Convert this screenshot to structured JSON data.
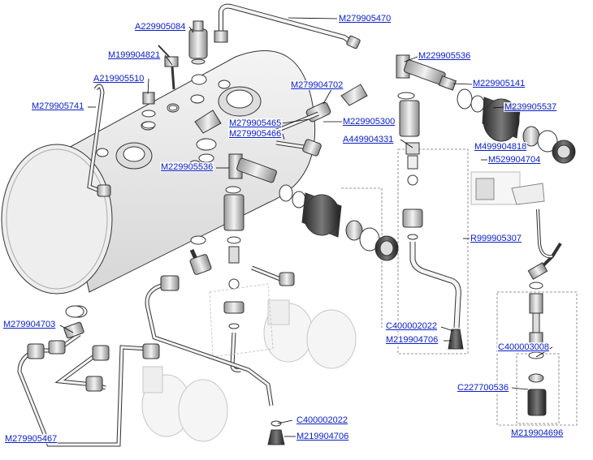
{
  "labels": {
    "A229905084": "A229905084",
    "M279905470": "M279905470",
    "M199904821": "M199904821",
    "M229905536_top": "M229905536",
    "A219905510": "A219905510",
    "M279904702": "M279904702",
    "M229905141": "M229905141",
    "M279905741": "M279905741",
    "M239905537": "M239905537",
    "M229905300": "M229905300",
    "M279905465": "M279905465",
    "M279905466": "M279905466",
    "A449904331": "A449904331",
    "M499904818": "M499904818",
    "M229905536_mid": "M229905536",
    "M529904704": "M529904704",
    "R999905307": "R999905307",
    "M279904703": "M279904703",
    "C400002022_right": "C400002022",
    "M219904706_right": "M219904706",
    "C400003008": "C400003008",
    "C227700536": "C227700536",
    "M279905467": "M279905467",
    "C400002022_bottom": "C400002022",
    "M219904706_bottom": "M219904706",
    "M219904696": "M219904696"
  },
  "colors": {
    "label_text": "#0b20c8",
    "leader_line": "#000000",
    "part_outline": "#333333",
    "part_fill_light": "#e6e6e6",
    "part_fill_dark": "#3a3a3a",
    "ghost_outline": "#bdbdbd"
  }
}
